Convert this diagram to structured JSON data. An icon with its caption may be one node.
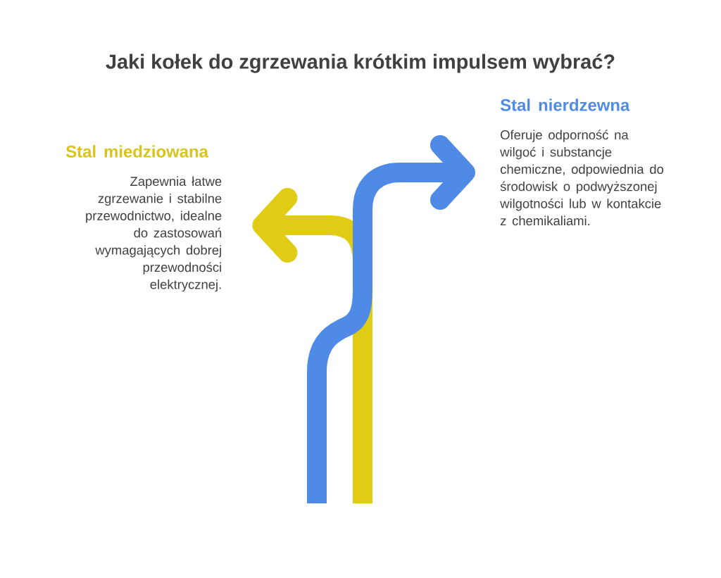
{
  "diagram": {
    "title": "Jaki kołek do zgrzewania krótkim impulsem wybrać?",
    "nodes": [
      {
        "text": [
          "Stal miedziowana",
          "Zapewnia łatwe zgrzewanie i stabilne przewodnictwo, idealne do zastosowań wymagających dobrej przewodności elektrycznej."
        ]
      },
      {
        "text": [
          "Stal nierdzewna",
          "Oferuje odporność na wilgoć i substancje chemiczne, odpowiednia do środowisk o podwyższonej wilgotności lub w kontakcie z chemikaliami."
        ]
      }
    ],
    "edges": [
      {
        "from": null,
        "to": 0,
        "arrow": "to",
        "color": "#e0cb15"
      },
      {
        "from": null,
        "to": 1,
        "arrow": "to",
        "color": "#4f8be6"
      }
    ]
  }
}
